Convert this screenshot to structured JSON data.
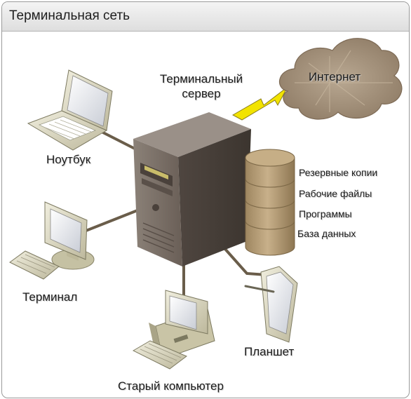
{
  "title": "Терминальная сеть",
  "nodes": {
    "server": "Терминальный сервер",
    "internet": "Интернет",
    "laptop": "Ноутбук",
    "terminal": "Терминал",
    "old_pc": "Старый компьютер",
    "tablet": "Планшет"
  },
  "storage": [
    "Резервные копии",
    "Рабочие файлы",
    "Программы",
    "База данных"
  ],
  "colors": {
    "server_body": "#6f655d",
    "line": "#6a5d4a",
    "cloud": "#a3917b",
    "bolt": "#f2e300",
    "storage": "#b59c72",
    "device": "#c8c3a6"
  }
}
